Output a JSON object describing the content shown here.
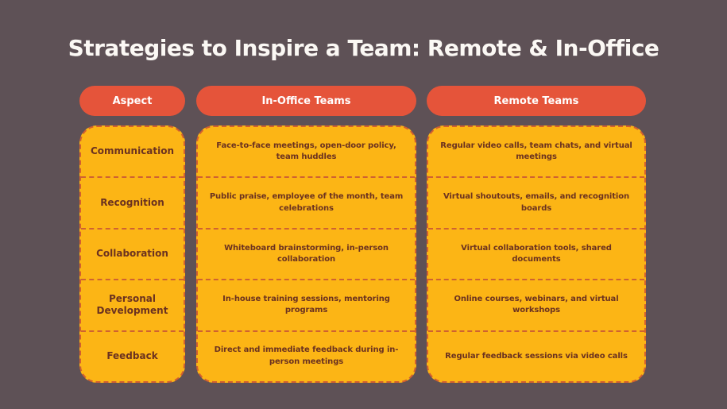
{
  "title": "Strategies to Inspire a Team: Remote & In-Office",
  "colors": {
    "background": "#5e5156",
    "header_pill": "#e5543a",
    "column_fill": "#fcb515",
    "dashed_border": "#d2602f",
    "cell_text": "#6b3220",
    "header_text": "#ffffff",
    "title_text": "#fbf8f4"
  },
  "table": {
    "headers": [
      {
        "label": "Aspect"
      },
      {
        "label": "In-Office Teams"
      },
      {
        "label": "Remote Teams"
      }
    ],
    "rows": [
      {
        "aspect": "Communication",
        "in_office": "Face-to-face meetings, open-door policy, team huddles",
        "remote": "Regular video calls, team chats, and virtual meetings"
      },
      {
        "aspect": "Recognition",
        "in_office": "Public praise, employee of the month, team celebrations",
        "remote": "Virtual shoutouts, emails, and recognition boards"
      },
      {
        "aspect": "Collaboration",
        "in_office": "Whiteboard brainstorming, in-person collaboration",
        "remote": "Virtual collaboration tools, shared documents"
      },
      {
        "aspect": "Personal Development",
        "in_office": "In-house training sessions, mentoring programs",
        "remote": "Online courses, webinars, and virtual workshops"
      },
      {
        "aspect": "Feedback",
        "in_office": "Direct and immediate feedback during in-person meetings",
        "remote": "Regular feedback sessions via video calls"
      }
    ]
  }
}
